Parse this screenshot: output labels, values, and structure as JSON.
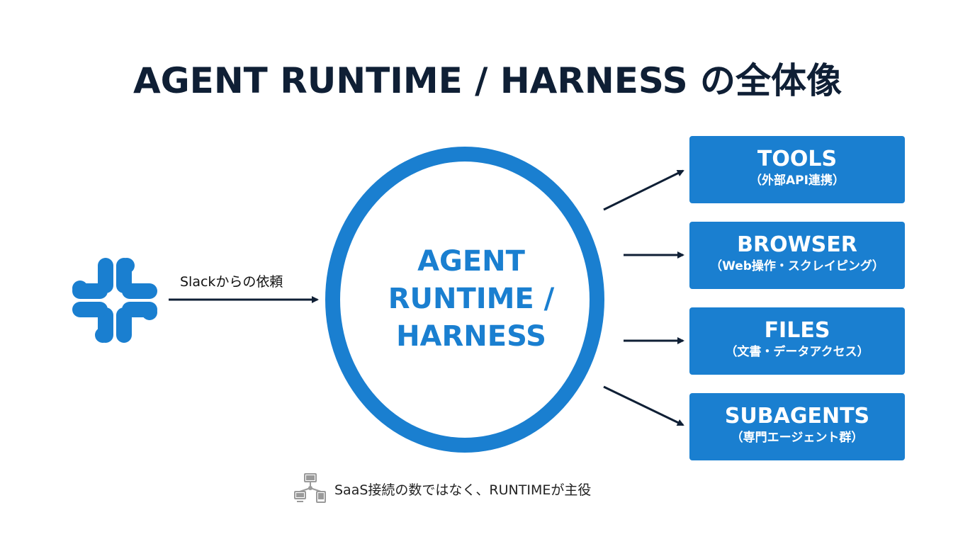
{
  "title": "AGENT RUNTIME / HARNESS の全体像",
  "input": {
    "source_icon": "slack-logo",
    "label": "Slackからの依頼"
  },
  "runtime": {
    "lines": [
      "AGENT",
      "RUNTIME /",
      "HARNESS"
    ]
  },
  "capabilities": [
    {
      "name": "TOOLS",
      "desc": "（外部API連携）"
    },
    {
      "name": "BROWSER",
      "desc": "（Web操作・スクレイピング）"
    },
    {
      "name": "FILES",
      "desc": "（文書・データアクセス）"
    },
    {
      "name": "SUBAGENTS",
      "desc": "（専門エージェント群）"
    }
  ],
  "footer": {
    "icon": "network-devices-icon",
    "text": "SaaS接続の数ではなく、RUNTIMEが主役"
  },
  "colors": {
    "accent": "#1a7fd0",
    "title": "#0f1f35",
    "arrow": "#0f1f35"
  }
}
